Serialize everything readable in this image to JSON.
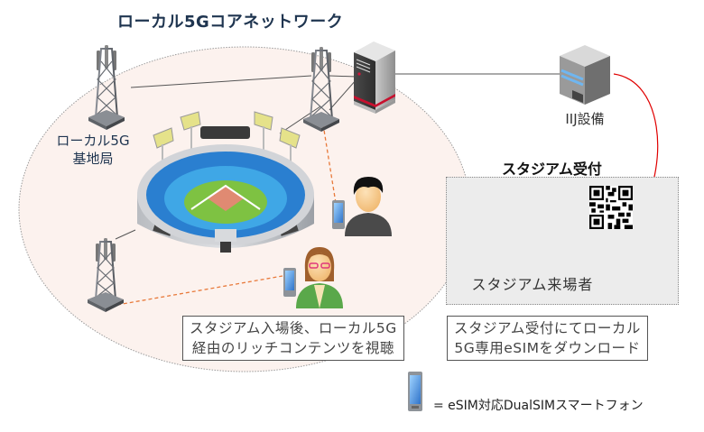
{
  "title": "ローカル5Gコアネットワーク",
  "base_station_label": [
    "ローカル5G",
    "基地局"
  ],
  "iij_label": "IIJ設備",
  "reception": {
    "title": "スタジアム受付",
    "visitors_label": "スタジアム来場者"
  },
  "captions": {
    "left": [
      "スタジアム入場後、ローカル5G",
      "経由のリッチコンテンツを視聴"
    ],
    "right": [
      "スタジアム受付にてローカル",
      "5G専用eSIMをダウンロード"
    ]
  },
  "legend": {
    "icon": "smartphone-icon",
    "text": "= eSIM対応DualSIMスマートフォン"
  },
  "icons": {
    "towers": [
      "cell-tower-icon",
      "cell-tower-icon",
      "cell-tower-icon"
    ],
    "core_server": "server-icon",
    "iij_equipment": "data-center-icon",
    "stadium": "stadium-icon",
    "qr_code": "qr-code-icon",
    "users": [
      "male-user-icon",
      "female-user-icon"
    ]
  },
  "colors": {
    "ellipse_fill": "#fcf2ee",
    "ellipse_stroke": "#9a9a9a",
    "title": "#1f3550",
    "wireless_link": "#e8793a",
    "download_arrow": "#e00000",
    "reception_bg": "#ececec",
    "field_green": "#7ec242",
    "stand_blue": "#2a7fd0"
  }
}
